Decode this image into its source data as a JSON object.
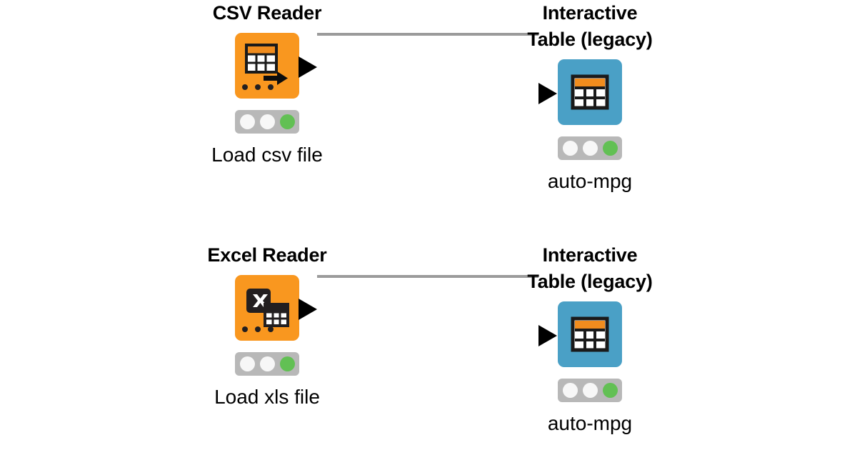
{
  "workflow": {
    "background_color": "#ffffff",
    "connector_color": "#9b9b9b",
    "port_color": "#000000",
    "status_bar_color": "#b8b8b8",
    "status_green_color": "#62C054",
    "status_off_color": "#f7f7f7",
    "rows": [
      {
        "id": "row-csv",
        "source": {
          "title": "CSV Reader",
          "label": "Load csv file",
          "icon": "csv-reader-icon",
          "box_color": "#F9971F",
          "status": [
            "off",
            "off",
            "green"
          ],
          "has_dots": true
        },
        "target": {
          "title": "Interactive\nTable (legacy)",
          "label": "auto-mpg",
          "icon": "interactive-table-icon",
          "box_color": "#4AA0C6",
          "status": [
            "off",
            "off",
            "green"
          ],
          "has_dots": false
        },
        "connector": {
          "name": "connector-csv-to-table",
          "from": "CSV Reader",
          "to": "Interactive Table (legacy)"
        }
      },
      {
        "id": "row-excel",
        "source": {
          "title": "Excel Reader",
          "label": "Load xls file",
          "icon": "excel-reader-icon",
          "box_color": "#F9971F",
          "status": [
            "off",
            "off",
            "green"
          ],
          "has_dots": true
        },
        "target": {
          "title": "Interactive\nTable (legacy)",
          "label": "auto-mpg",
          "icon": "interactive-table-icon",
          "box_color": "#4AA0C6",
          "status": [
            "off",
            "off",
            "green"
          ],
          "has_dots": false
        },
        "connector": {
          "name": "connector-excel-to-table",
          "from": "Excel Reader",
          "to": "Interactive Table (legacy)"
        }
      }
    ]
  }
}
